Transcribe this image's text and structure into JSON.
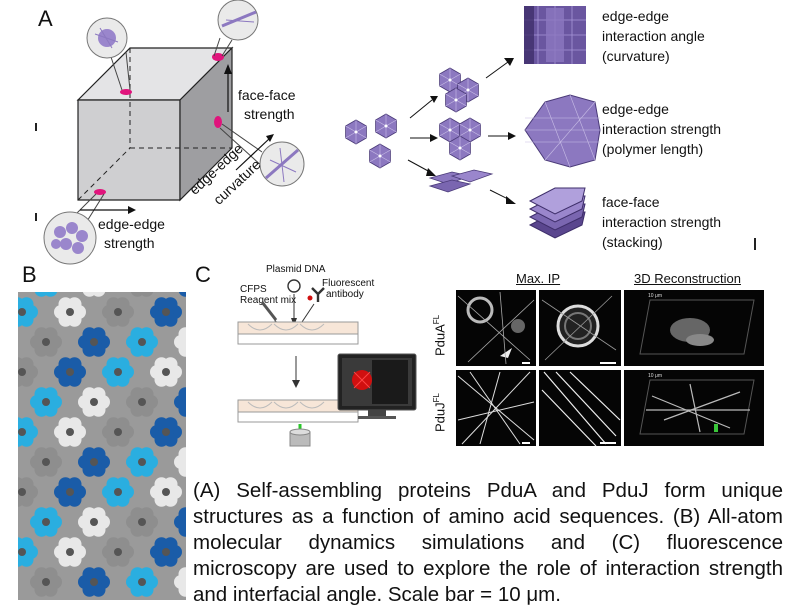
{
  "panels": {
    "a": "A",
    "b": "B",
    "c": "C"
  },
  "panel_a": {
    "face_face_strength": [
      "face-face",
      "strength"
    ],
    "edge_edge_curvature": [
      "edge-edge",
      "curvature"
    ],
    "edge_edge_strength": [
      "edge-edge",
      "strength"
    ],
    "outcomes": [
      {
        "lines": [
          "edge-edge",
          "interaction angle",
          "(curvature)"
        ]
      },
      {
        "lines": [
          "edge-edge",
          "interaction strength",
          "(polymer length)"
        ]
      },
      {
        "lines": [
          "face-face",
          "interaction strength",
          "(stacking)"
        ]
      }
    ]
  },
  "panel_c": {
    "plasmid_dna": "Plasmid DNA",
    "fluorescent_antibody": [
      "Fluorescent",
      "antibody"
    ],
    "cfps_reagent": [
      "CFPS",
      "Reagent mix"
    ],
    "max_ip": "Max. IP",
    "reconstruction_3d": "3D Reconstruction",
    "row_labels": [
      {
        "name": "PduA",
        "sup": "FL"
      },
      {
        "name": "PduJ",
        "sup": "FL"
      }
    ],
    "recon_scale": [
      "10 μm",
      "10 μm"
    ]
  },
  "caption": "(A) Self-assembling proteins PduA and PduJ form unique structures as a function of amino acid sequences. (B) All-atom molecular dynamics simulations and (C) fluorescence microscopy are used to explore the role of interaction strength and interfacial angle. Scale bar = 10 μm.",
  "colors": {
    "hexagon_purple": "#8c78c0",
    "hexagon_dark": "#4a3a78",
    "magenta": "#e0147c",
    "cube_front": "#cfcfd1",
    "cube_side": "#9e9ea1",
    "cube_top": "#e4e4e6",
    "tube_dark_blue": "#1a5ca8",
    "tube_light_blue": "#2aaee0",
    "tube_grey": "#8e8e8e",
    "tube_white": "#e8e8e8"
  }
}
